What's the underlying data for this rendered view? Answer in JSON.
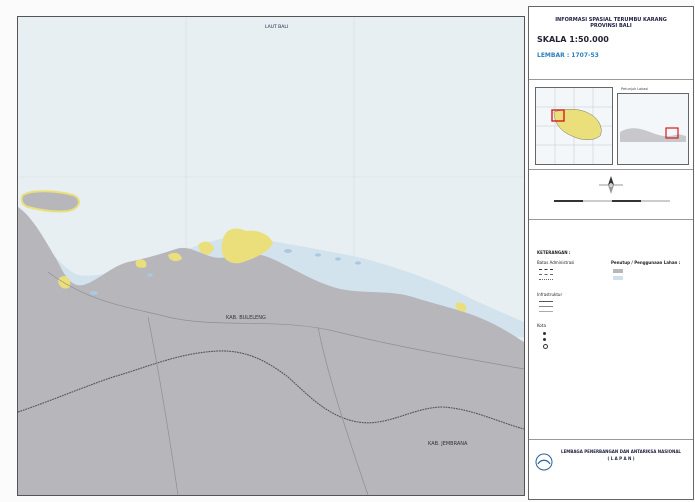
{
  "map": {
    "sea_label": "LAUT BALI",
    "region_labels": [
      "KAB. BULELENG",
      "KAB. JEMBRANA"
    ],
    "colors": {
      "sea": "#e8eff3",
      "land": "#b7b7bb",
      "reef": "#eadf7a",
      "shallow": "#cfe0ec"
    }
  },
  "panel": {
    "title_line1": "INFORMASI SPASIAL TERUMBU KARANG",
    "title_line2": "PROVINSI BALI",
    "scale": "SKALA 1:50.000",
    "sheet": "LEMBAR : 1707-53",
    "inset_title": "Petunjuk Lokasi",
    "legend_title": "KETERANGAN :",
    "legend_admin": "Batas Administrasi",
    "legend_transport": "Infrastruktur",
    "legend_places": "Kota",
    "legend_landcover": "Penutup / Penggunaan Lahan :",
    "agency_line1": "LEMBAGA PENERBANGAN DAN ANTARIKSA NASIONAL",
    "agency_line2": "( L A P A N )"
  }
}
